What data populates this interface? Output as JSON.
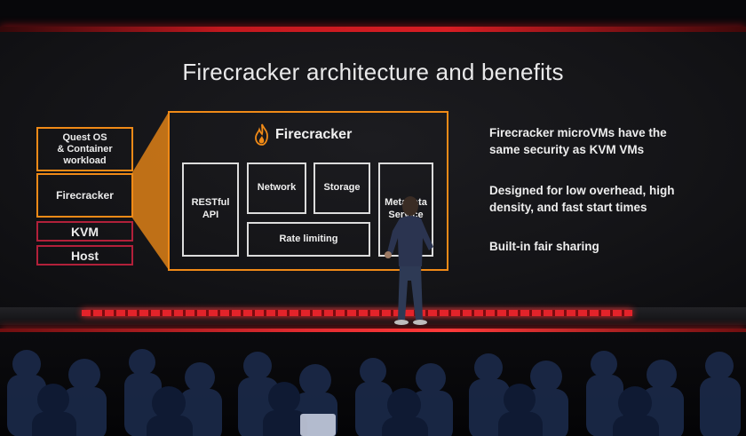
{
  "slide": {
    "title": "Firecracker architecture and benefits",
    "stack": {
      "guest": "Quest OS\n& Container\nworkload",
      "firecracker": "Firecracker",
      "kvm": "KVM",
      "host": "Host"
    },
    "panel": {
      "logo_text": "Firecracker",
      "restful_api": "RESTful\nAPI",
      "network": "Network",
      "storage": "Storage",
      "metadata_service": "Metadata\nService",
      "rate_limiting": "Rate limiting"
    },
    "bullets": [
      "Firecracker microVMs have the same security as KVM VMs",
      "Designed for low overhead, high density, and fast start times",
      "Built-in fair sharing"
    ]
  },
  "colors": {
    "accent_orange": "#f08a17",
    "stack_red": "#b2203a",
    "stage_red": "#e3232a",
    "background": "#141417"
  },
  "icons": [
    "firecracker-flame-icon"
  ]
}
